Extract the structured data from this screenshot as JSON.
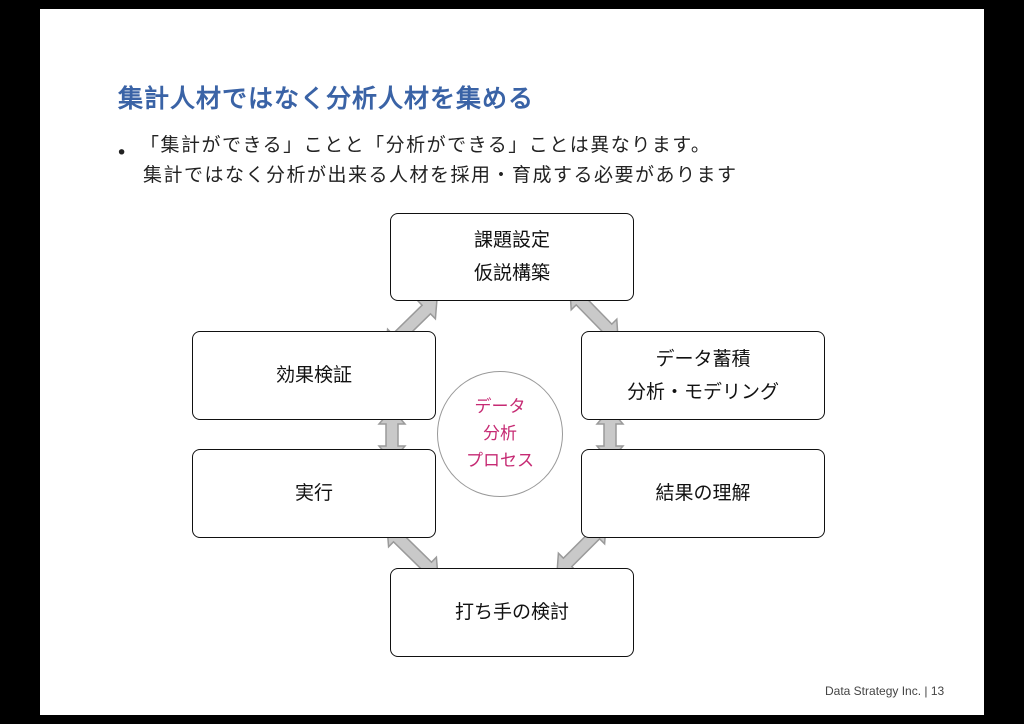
{
  "title": "集計人材ではなく分析人材を集める",
  "bullet": {
    "line1": "「集計ができる」ことと「分析ができる」ことは異なります。",
    "line2": "集計ではなく分析が出来る人材を採用・育成する必要があります"
  },
  "diagram": {
    "center": {
      "line1": "データ",
      "line2": "分析",
      "line3": "プロセス",
      "color": "#c62a73"
    },
    "nodes": {
      "top": {
        "line1": "課題設定",
        "line2": "仮説構築"
      },
      "right_upper": {
        "line1": "データ蓄積",
        "line2": "分析・モデリング"
      },
      "right_lower": {
        "line1": "結果の理解"
      },
      "bottom": {
        "line1": "打ち手の検討"
      },
      "left_lower": {
        "line1": "実行"
      },
      "left_upper": {
        "line1": "効果検証"
      }
    }
  },
  "footer": "Data Strategy Inc.  |   13",
  "colors": {
    "title": "#3a63a6",
    "arrow_fill": "#c9c9c9",
    "arrow_stroke": "#9a9a9a"
  }
}
